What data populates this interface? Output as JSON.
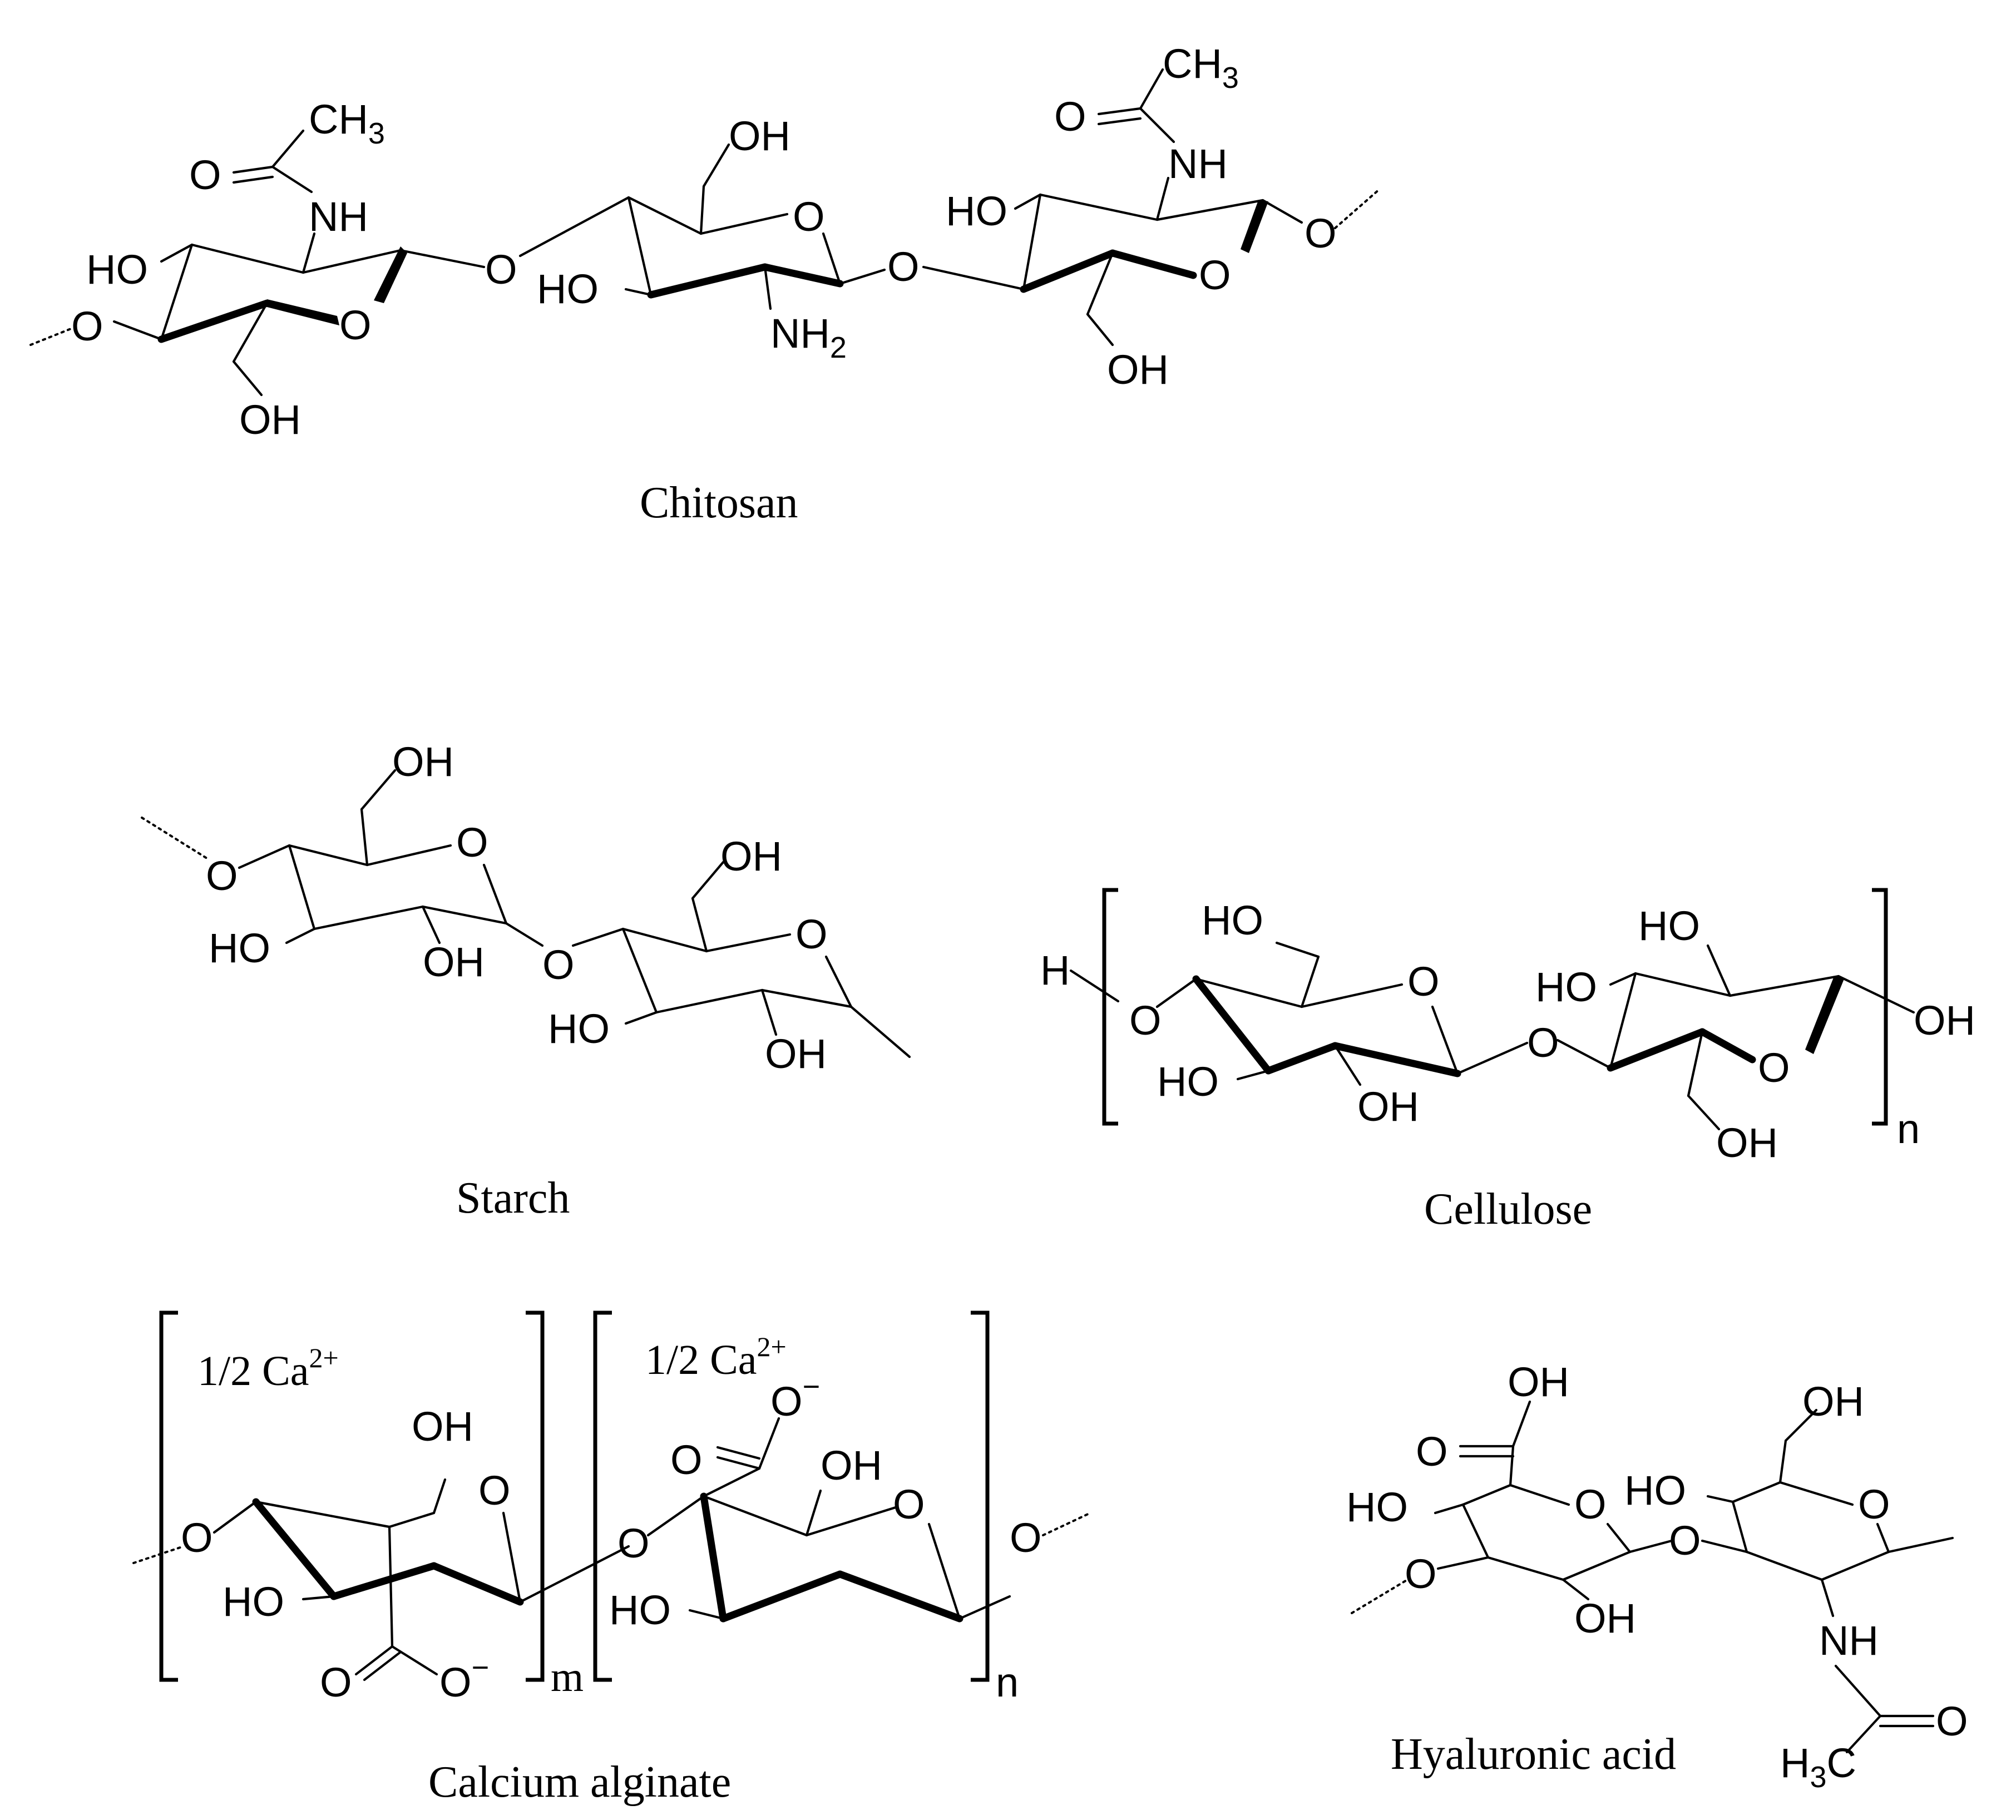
{
  "captions": {
    "chitosan": "Chitosan",
    "starch": "Starch",
    "cellulose": "Cellulose",
    "calcium_alginate": "Calcium alginate",
    "hyaluronic_acid": "Hyaluronic acid"
  },
  "labels": {
    "OH": "OH",
    "HO": "HO",
    "O": "O",
    "NH": "NH",
    "NH2": "NH2",
    "CH3": "CH3",
    "H3C": "H3C",
    "H": "H",
    "n": "n",
    "m": "m",
    "ca_half": "1/2 Ca",
    "ca_charge": "2+",
    "minus": "−"
  }
}
